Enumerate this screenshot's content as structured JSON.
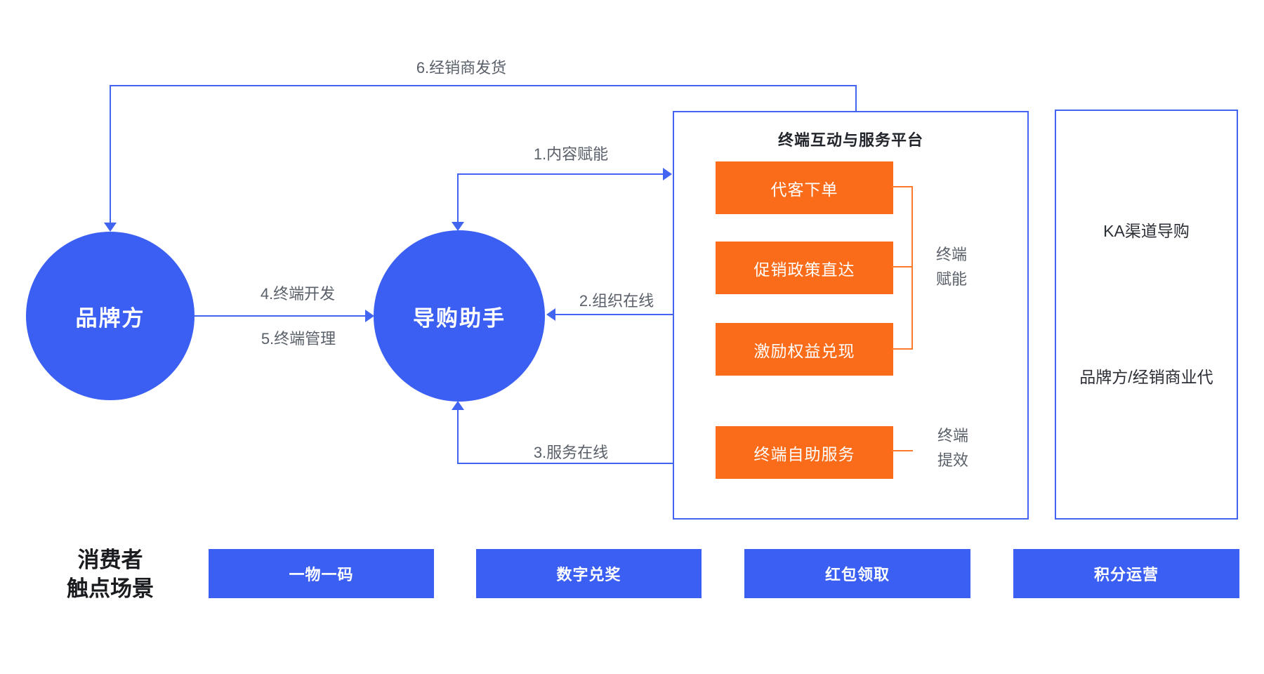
{
  "palette": {
    "node_blue": "#3B5FF2",
    "line_blue": "#4164F1",
    "module_orange": "#FA6C19",
    "bracket_orange": "#F97B2B",
    "label_gray": "#5A6069",
    "title_dark": "#22252B"
  },
  "nodes": {
    "brand": "品牌方",
    "guide": "导购助手"
  },
  "flows": {
    "f1": "1.内容赋能",
    "f2": "2.组织在线",
    "f3": "3.服务在线",
    "f4": "4.终端开发",
    "f5": "5.终端管理",
    "f6": "6.经销商发货"
  },
  "platform": {
    "title": "终端互动与服务平台",
    "modules": [
      "代客下单",
      "促销政策直达",
      "激励权益兑现",
      "终端自助服务"
    ],
    "bracket_top": {
      "line1": "终端",
      "line2": "赋能"
    },
    "bracket_bottom": {
      "line1": "终端",
      "line2": "提效"
    }
  },
  "ka_panel": {
    "top": "KA渠道导购",
    "bottom": "品牌方/经销商业代"
  },
  "consumer": {
    "title_line1": "消费者",
    "title_line2": "触点场景",
    "scenes": [
      "一物一码",
      "数字兑奖",
      "红包领取",
      "积分运营"
    ]
  }
}
